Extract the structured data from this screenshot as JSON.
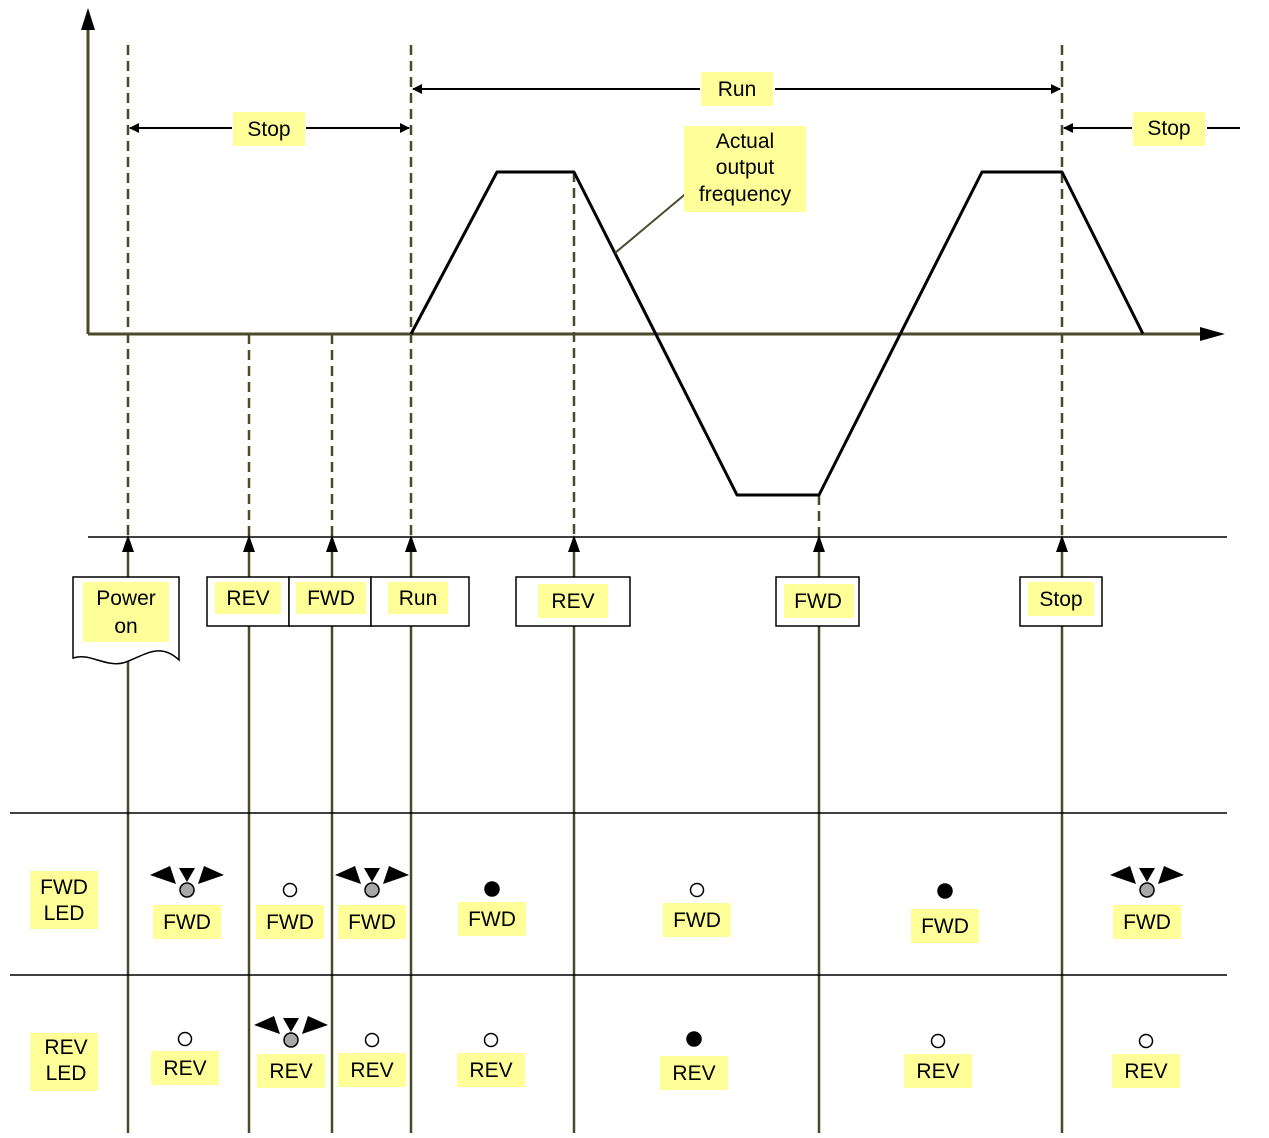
{
  "title": "",
  "colors": {
    "background": "#ffffff",
    "line": "#000000",
    "guide": "#4a4a2a",
    "label_fill": "#ffff99",
    "led_blink": "#a8a8a8",
    "led_on": "#000000",
    "led_off": "#ffffff"
  },
  "intervals": {
    "stop_1": "Stop",
    "run": "Run",
    "stop_2": "Stop"
  },
  "waveform": {
    "label": "Actual output frequency",
    "label_lines": [
      "Actual",
      "output",
      "frequency"
    ]
  },
  "events": [
    {
      "label": "Power on",
      "lines": [
        "Power",
        "on"
      ],
      "kind": "document"
    },
    {
      "label": "REV"
    },
    {
      "label": "FWD"
    },
    {
      "label": "Run"
    },
    {
      "label": "REV"
    },
    {
      "label": "FWD"
    },
    {
      "label": "Stop"
    }
  ],
  "led_rows": {
    "fwd": {
      "title": "FWD LED",
      "title_lines": [
        "FWD",
        "LED"
      ],
      "states": [
        {
          "label": "FWD",
          "state": "blinking"
        },
        {
          "label": "FWD",
          "state": "off"
        },
        {
          "label": "FWD",
          "state": "blinking"
        },
        {
          "label": "FWD",
          "state": "on"
        },
        {
          "label": "FWD",
          "state": "off"
        },
        {
          "label": "FWD",
          "state": "on"
        },
        {
          "label": "FWD",
          "state": "blinking"
        }
      ]
    },
    "rev": {
      "title": "REV LED",
      "title_lines": [
        "REV",
        "LED"
      ],
      "states": [
        {
          "label": "REV",
          "state": "off"
        },
        {
          "label": "REV",
          "state": "blinking"
        },
        {
          "label": "REV",
          "state": "off"
        },
        {
          "label": "REV",
          "state": "off"
        },
        {
          "label": "REV",
          "state": "on"
        },
        {
          "label": "REV",
          "state": "off"
        },
        {
          "label": "REV",
          "state": "off"
        }
      ]
    }
  }
}
